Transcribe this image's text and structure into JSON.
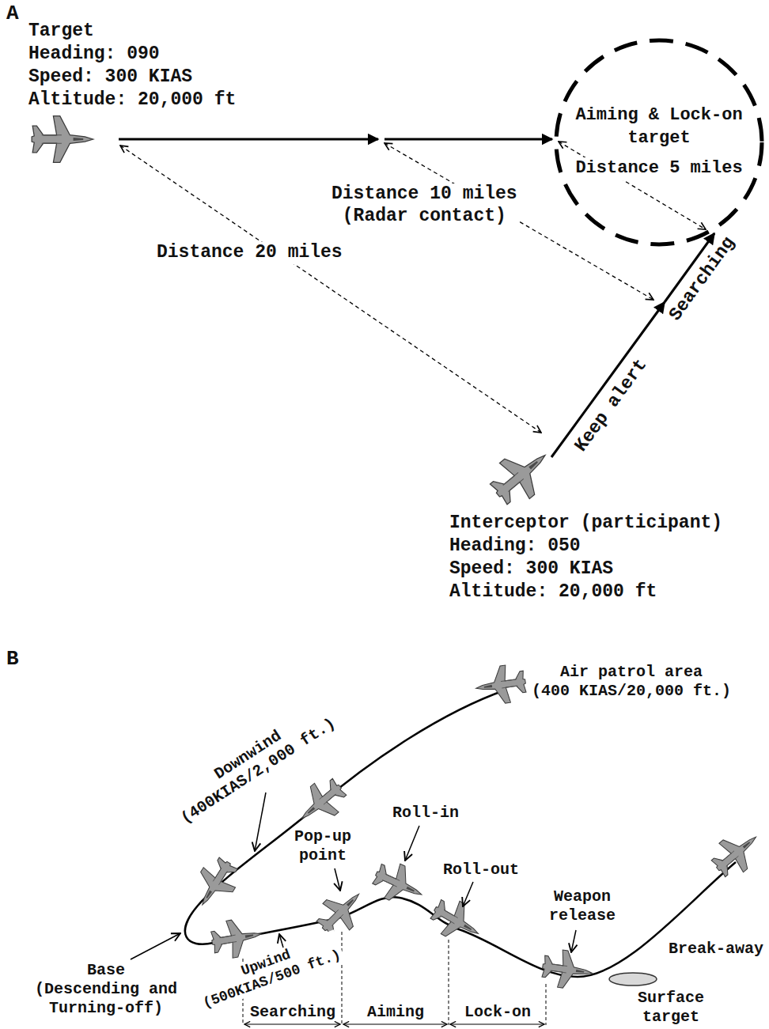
{
  "diagram": {
    "nodes": [
      {
        "text": [
          "Aiming & Lock-on target",
          "Distance 5 miles"
        ]
      }
    ],
    "labels": [
      "A",
      "Target",
      "Heading: 090",
      "Speed: 300 KIAS",
      "Altitude: 20,000 ft",
      "Distance 10 miles (Radar contact)",
      "Distance 20 miles",
      "Keep alert",
      "Searching",
      "Interceptor (participant)",
      "Heading: 050",
      "Speed: 300 KIAS",
      "Altitude: 20,000 ft",
      "B",
      "Air patrol area (400 KIAS/20,000 ft.)",
      "Downwind (400KIAS/2,000 ft.)",
      "Pop-up point",
      "Roll-in",
      "Roll-out",
      "Weapon release",
      "Break-away",
      "Base (Descending and Turning-off)",
      "Upwind (500KIAS/500 ft.)",
      "Surface target",
      "Searching",
      "Aiming",
      "Lock-on"
    ]
  }
}
